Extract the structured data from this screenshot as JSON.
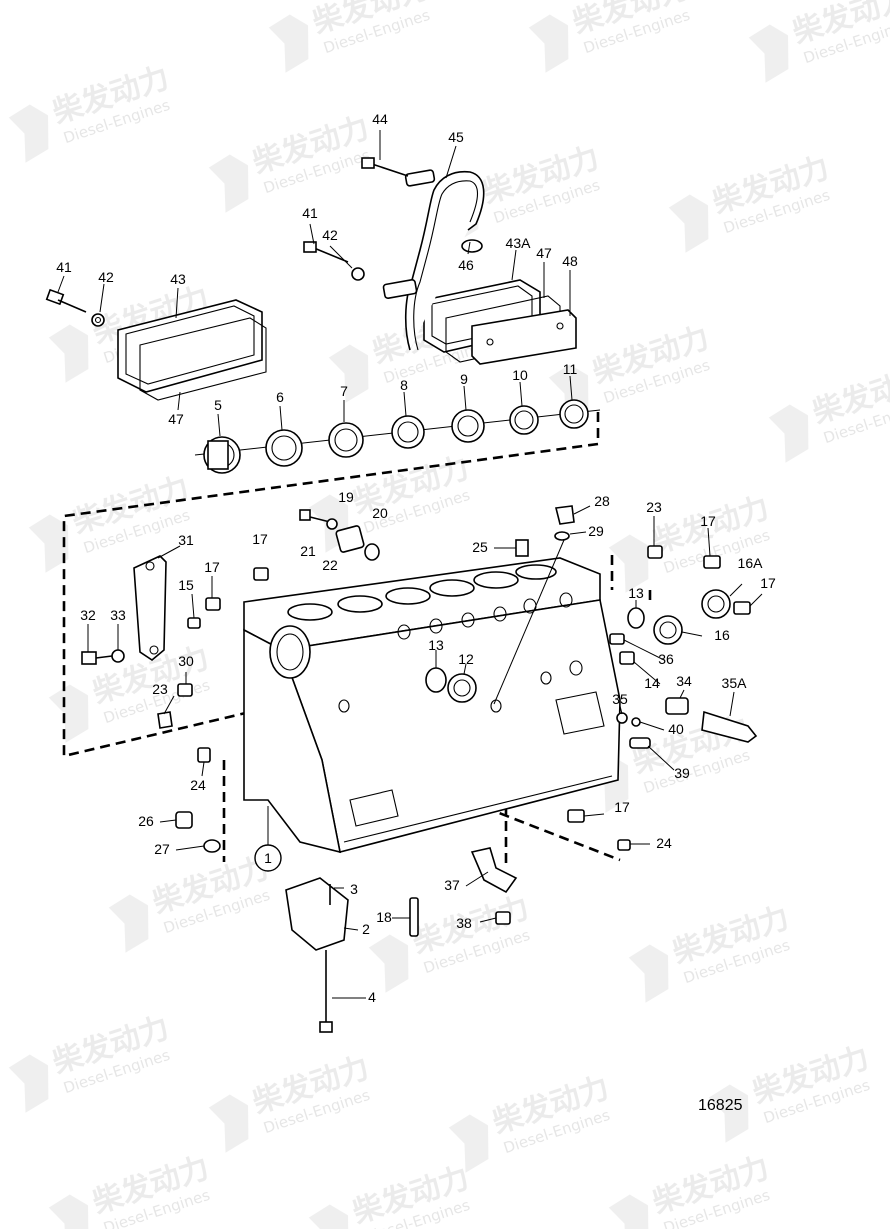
{
  "diagram": {
    "reference_number": "16825",
    "circled_note": "1"
  },
  "callouts": [
    {
      "id": "c44",
      "label": "44"
    },
    {
      "id": "c45",
      "label": "45"
    },
    {
      "id": "c41a",
      "label": "41"
    },
    {
      "id": "c42a",
      "label": "42"
    },
    {
      "id": "c43a",
      "label": "43A"
    },
    {
      "id": "c47a",
      "label": "47"
    },
    {
      "id": "c48",
      "label": "48"
    },
    {
      "id": "c46",
      "label": "46"
    },
    {
      "id": "c41b",
      "label": "41"
    },
    {
      "id": "c42b",
      "label": "42"
    },
    {
      "id": "c43",
      "label": "43"
    },
    {
      "id": "c47b",
      "label": "47"
    },
    {
      "id": "c5",
      "label": "5"
    },
    {
      "id": "c6",
      "label": "6"
    },
    {
      "id": "c7",
      "label": "7"
    },
    {
      "id": "c8",
      "label": "8"
    },
    {
      "id": "c9",
      "label": "9"
    },
    {
      "id": "c10",
      "label": "10"
    },
    {
      "id": "c11",
      "label": "11"
    },
    {
      "id": "c19",
      "label": "19"
    },
    {
      "id": "c20",
      "label": "20"
    },
    {
      "id": "c21",
      "label": "21"
    },
    {
      "id": "c22",
      "label": "22"
    },
    {
      "id": "c28",
      "label": "28"
    },
    {
      "id": "c29",
      "label": "29"
    },
    {
      "id": "c23a",
      "label": "23"
    },
    {
      "id": "c17a",
      "label": "17"
    },
    {
      "id": "c31",
      "label": "31"
    },
    {
      "id": "c17b",
      "label": "17"
    },
    {
      "id": "c25",
      "label": "25"
    },
    {
      "id": "c16a",
      "label": "16A"
    },
    {
      "id": "c17c",
      "label": "17"
    },
    {
      "id": "c15",
      "label": "15"
    },
    {
      "id": "c17d",
      "label": "17"
    },
    {
      "id": "c13a",
      "label": "13"
    },
    {
      "id": "c16",
      "label": "16"
    },
    {
      "id": "c32",
      "label": "32"
    },
    {
      "id": "c33",
      "label": "33"
    },
    {
      "id": "c36",
      "label": "36"
    },
    {
      "id": "c30",
      "label": "30"
    },
    {
      "id": "c13b",
      "label": "13"
    },
    {
      "id": "c12",
      "label": "12"
    },
    {
      "id": "c14",
      "label": "14"
    },
    {
      "id": "c34",
      "label": "34"
    },
    {
      "id": "c35a",
      "label": "35A"
    },
    {
      "id": "c23b",
      "label": "23"
    },
    {
      "id": "c35",
      "label": "35"
    },
    {
      "id": "c40",
      "label": "40"
    },
    {
      "id": "c24a",
      "label": "24"
    },
    {
      "id": "c39",
      "label": "39"
    },
    {
      "id": "c17e",
      "label": "17"
    },
    {
      "id": "c26",
      "label": "26"
    },
    {
      "id": "c27",
      "label": "27"
    },
    {
      "id": "c24b",
      "label": "24"
    },
    {
      "id": "c3",
      "label": "3"
    },
    {
      "id": "c37",
      "label": "37"
    },
    {
      "id": "c18",
      "label": "18"
    },
    {
      "id": "c2",
      "label": "2"
    },
    {
      "id": "c38",
      "label": "38"
    },
    {
      "id": "c4",
      "label": "4"
    }
  ],
  "watermark": {
    "chinese": "柴发动力",
    "english": "Diesel-Engines"
  }
}
